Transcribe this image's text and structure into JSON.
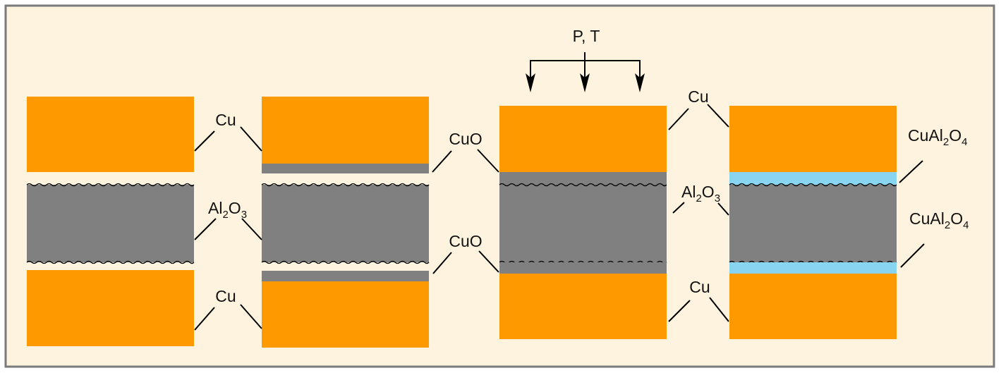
{
  "colors": {
    "background": "#FDF3DE",
    "frame": "#7A7A7A",
    "copper": "#FF9900",
    "alumina": "#808080",
    "oxide_layer": "#808080",
    "spinel": "#87D5F0"
  },
  "labels": {
    "process": "P, T",
    "stage1": {
      "cu_top": "Cu",
      "al2o3": {
        "main": "Al",
        "sub1": "2",
        "mid": "O",
        "sub2": "3"
      },
      "cu_bottom": "Cu"
    },
    "stage2": {
      "cuo_top": "CuO",
      "cuo_bottom": "CuO"
    },
    "stage3": {
      "cu_top": "Cu",
      "al2o3": {
        "main": "Al",
        "sub1": "2",
        "mid": "O",
        "sub2": "3"
      },
      "cu_bottom": "Cu"
    },
    "stage4": {
      "spinel_top": {
        "main": "CuAl",
        "sub1": "2",
        "mid": "O",
        "sub2": "4"
      },
      "spinel_bottom": {
        "main": "CuAl",
        "sub1": "2",
        "mid": "O",
        "sub2": "4"
      }
    }
  }
}
